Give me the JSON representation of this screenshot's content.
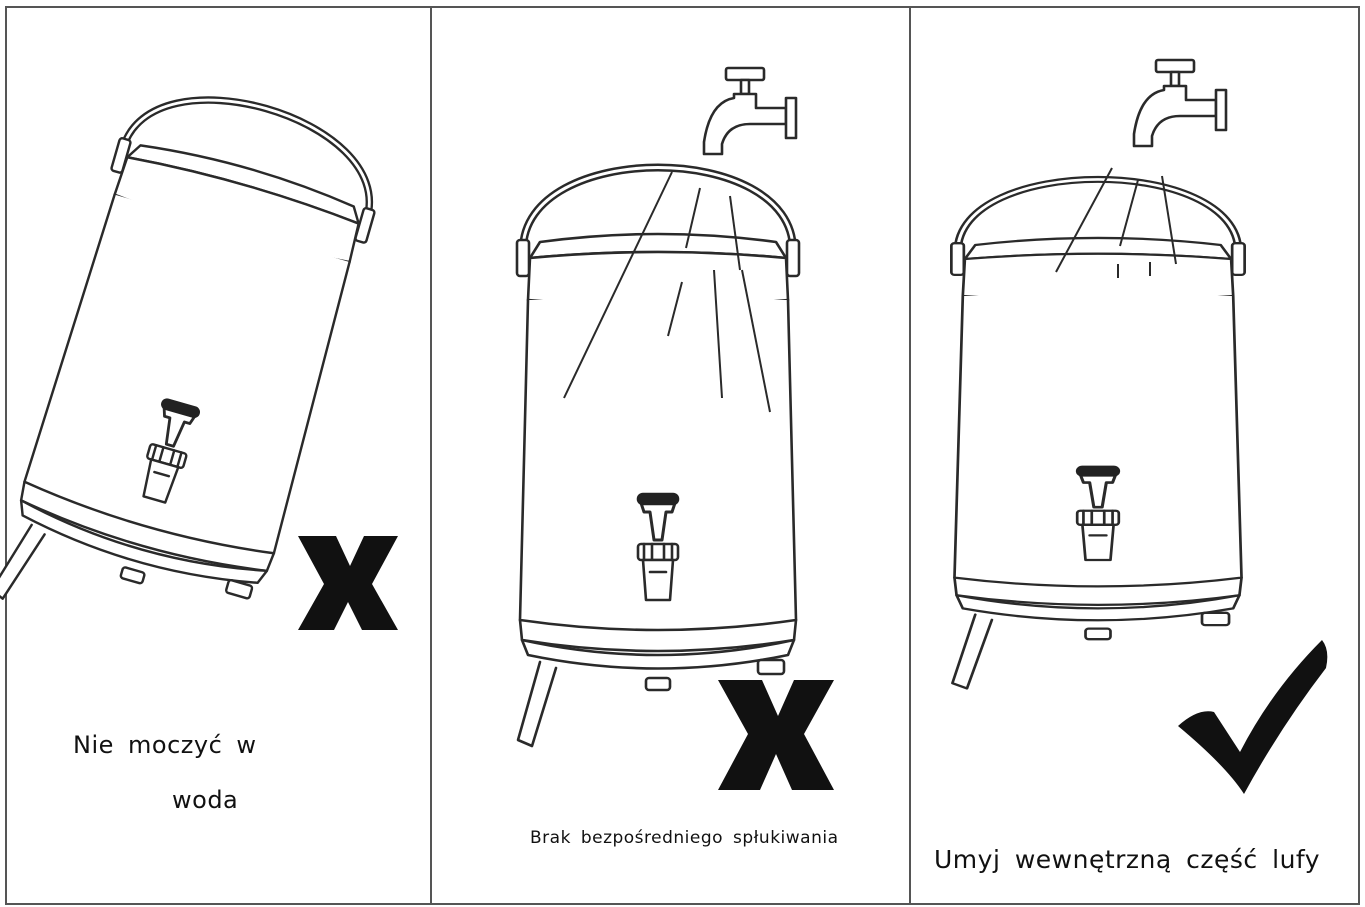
{
  "panels": [
    {
      "caption_line1": "Nie moczyć w",
      "caption_line2": "woda",
      "mark": "cross-mark",
      "depicts": "tilted-dispenser-icon"
    },
    {
      "caption": "Brak bezpośredniego spłukiwania",
      "mark": "cross-mark",
      "depicts": "dispenser-under-faucet-icon"
    },
    {
      "caption": "Umyj wewnętrzną część lufy",
      "mark": "check-mark",
      "depicts": "dispenser-inner-wash-icon"
    }
  ],
  "colors": {
    "line": "#2a2a2a",
    "border": "#555555",
    "mark": "#111111"
  }
}
